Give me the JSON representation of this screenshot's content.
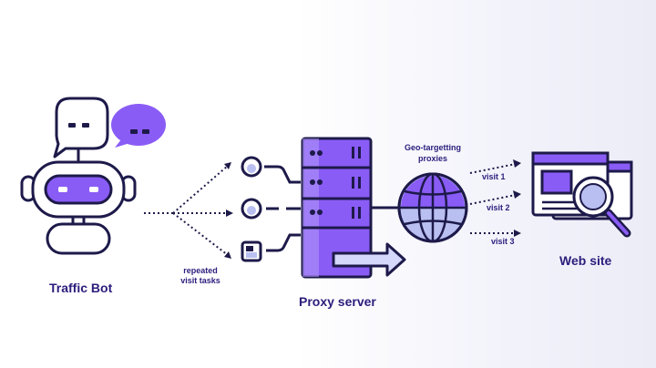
{
  "labels": {
    "traffic_bot": "Traffic Bot",
    "repeated_tasks_line1": "repeated",
    "repeated_tasks_line2": "visit tasks",
    "proxy_server": "Proxy server",
    "geo_line1": "Geo-targetting",
    "geo_line2": "proxies",
    "visit_1": "visit 1",
    "visit_2": "visit 2",
    "visit_3": "visit 3",
    "web_site": "Web site"
  },
  "colors": {
    "primary_purple": "#8a5cf6",
    "outline_navy": "#1d1a4a",
    "label_navy": "#2b1d7c",
    "light_blue": "#b9bff0"
  }
}
